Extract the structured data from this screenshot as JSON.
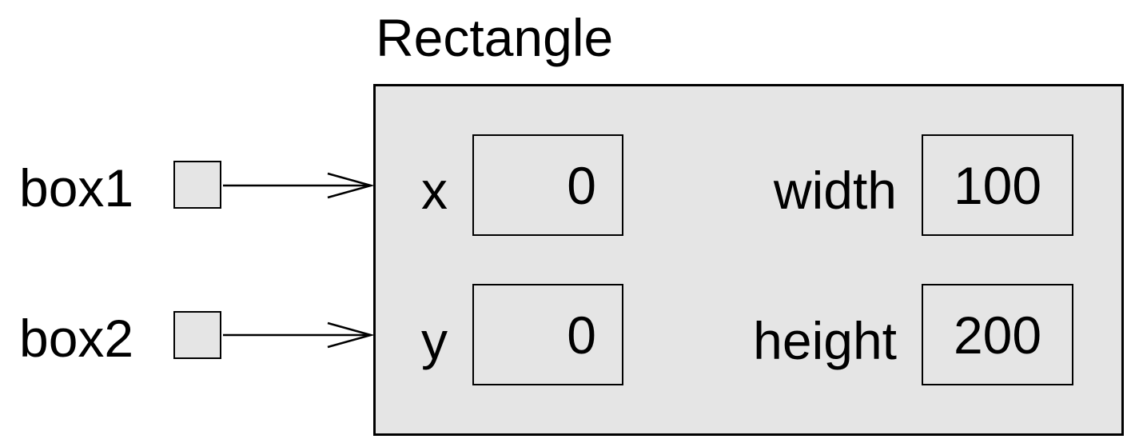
{
  "object": {
    "class_name": "Rectangle",
    "fields": {
      "x": {
        "label": "x",
        "value": "0"
      },
      "y": {
        "label": "y",
        "value": "0"
      },
      "width": {
        "label": "width",
        "value": "100"
      },
      "height": {
        "label": "height",
        "value": "200"
      }
    }
  },
  "variables": [
    {
      "name": "box1"
    },
    {
      "name": "box2"
    }
  ],
  "colors": {
    "box_fill": "#e5e5e5",
    "stroke": "#000000"
  }
}
